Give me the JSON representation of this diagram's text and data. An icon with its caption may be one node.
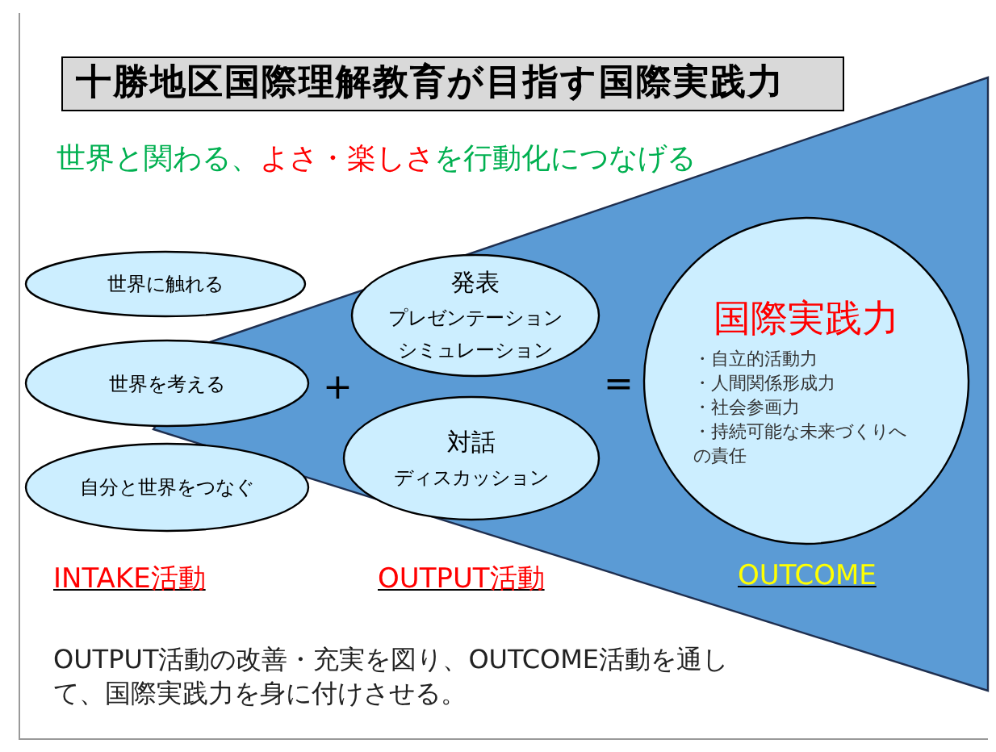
{
  "diagram": {
    "title": "十勝地区国際理解教育が目指す国際実践力",
    "nodes": [
      {
        "text": [
          "世界に触れる"
        ]
      },
      {
        "text": [
          "世界を考える"
        ]
      },
      {
        "text": [
          "自分と世界をつなぐ"
        ]
      },
      {
        "text": [
          "発表",
          "プレゼンテーション",
          "シミュレーション"
        ]
      },
      {
        "text": [
          "対話",
          "ディスカッション"
        ]
      },
      {
        "text": [
          "国際実践力",
          "・自立的活動力",
          "・人間関係形成力",
          "・社会参画力",
          "・持続可能な未来づくりへの責任"
        ]
      }
    ],
    "edges": [],
    "labels": [
      "世界と関わる、**よさ・楽しさ**を行動化につなげる",
      "+",
      "=",
      "INTAKE活動",
      "OUTPUT活動",
      "OUTCOME",
      "OUTPUT活動の改善・充実を図り、OUTCOME活動を通して、国際実践力を身に付けさせる。"
    ]
  }
}
